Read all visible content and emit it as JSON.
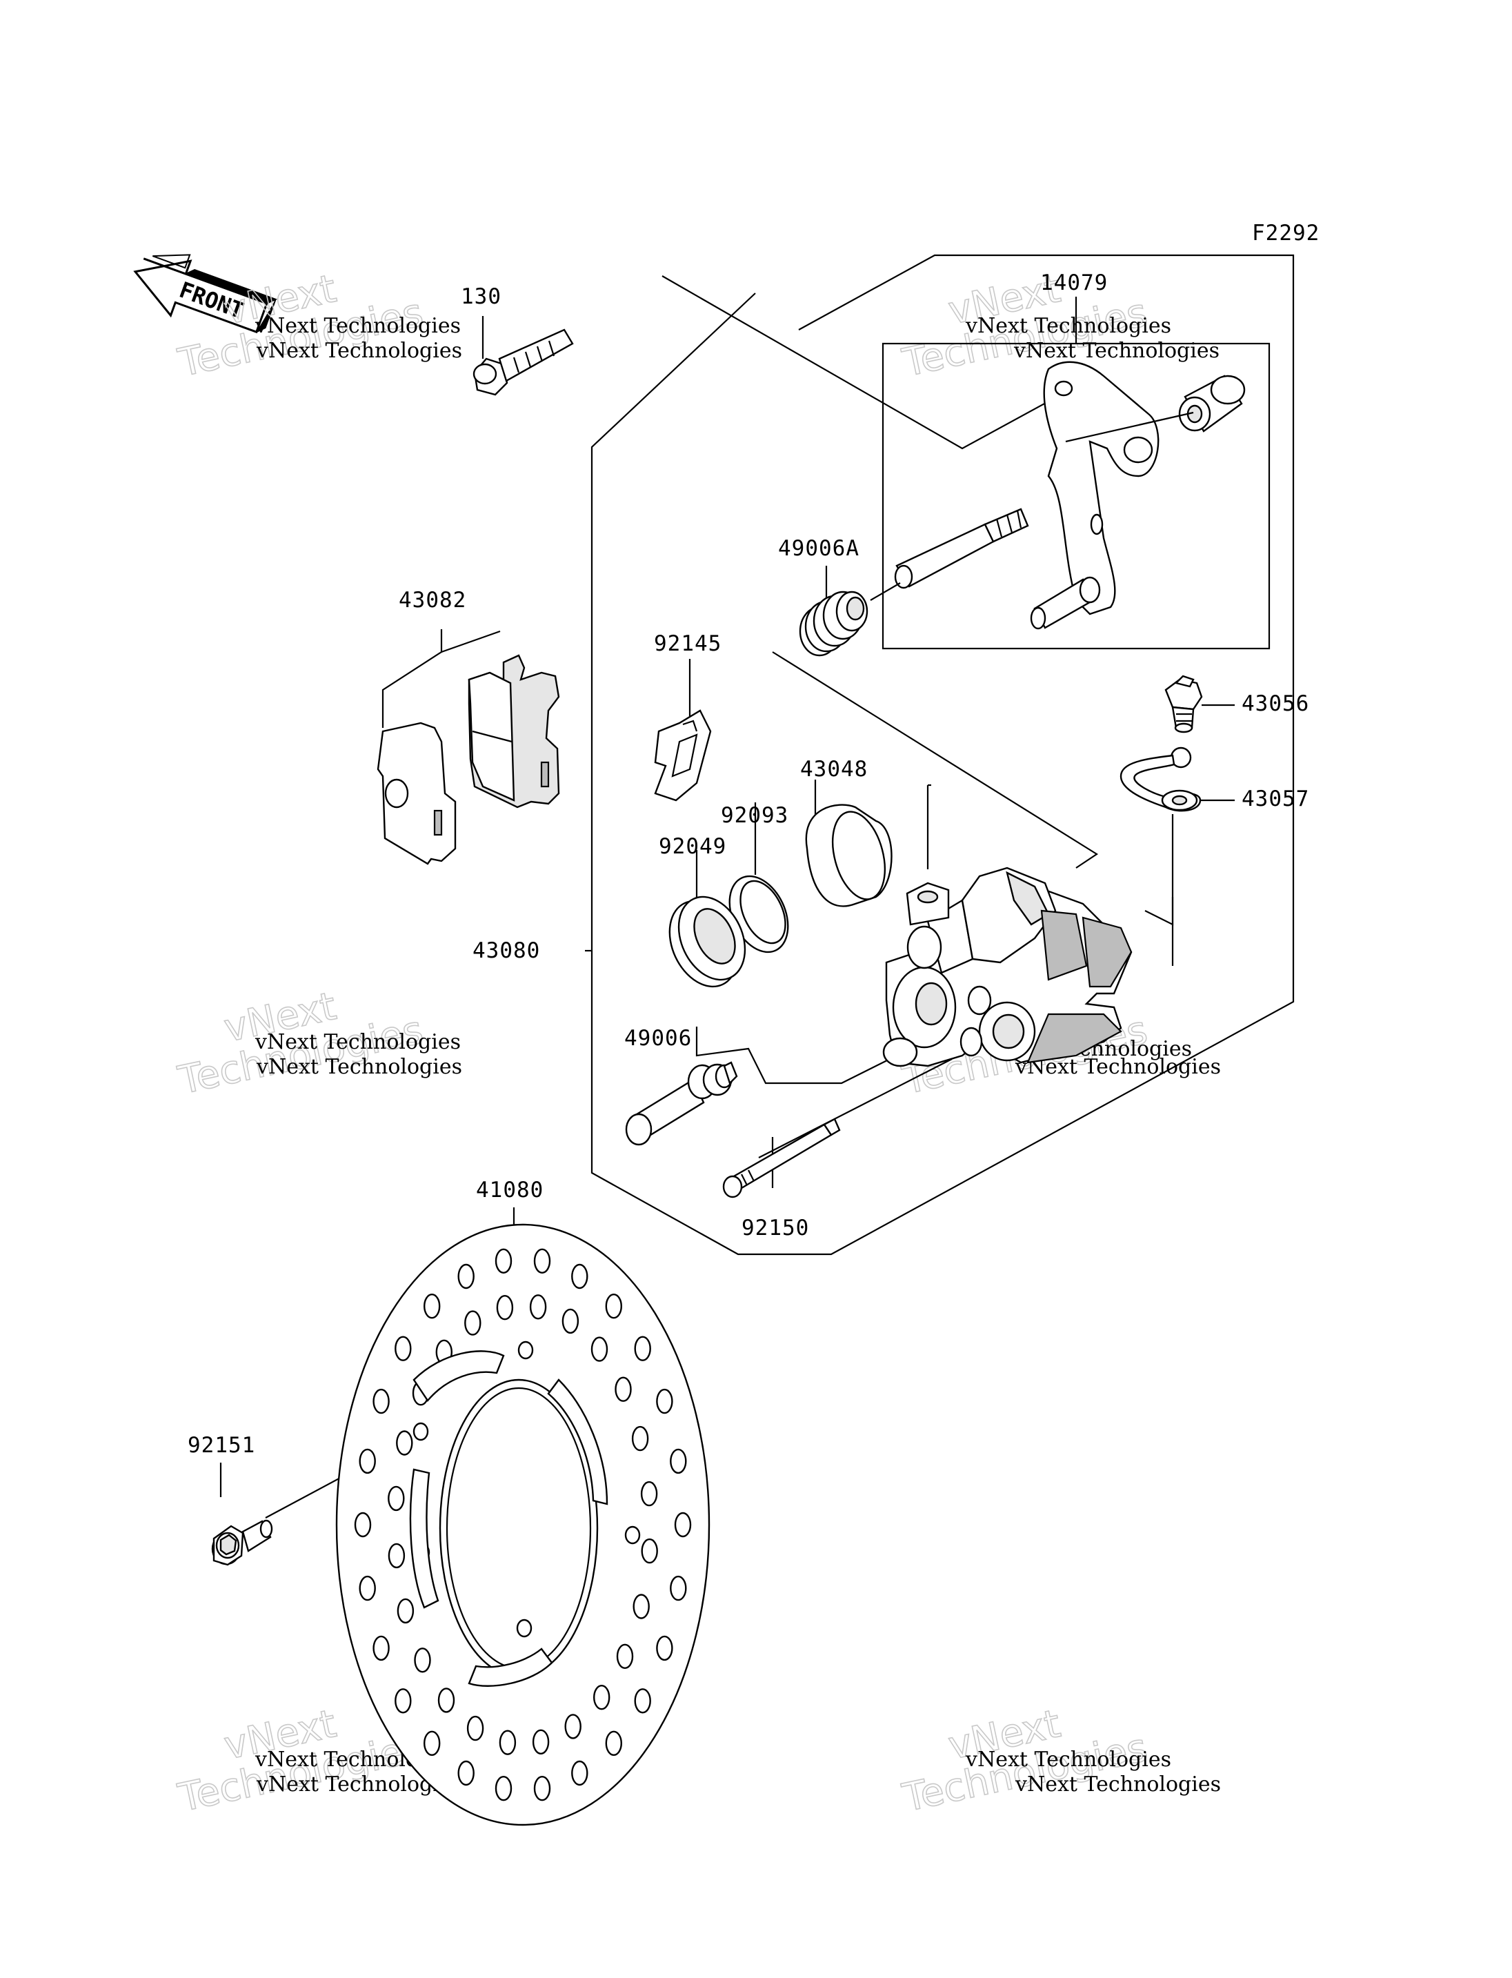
{
  "figure_code": "F2292",
  "direction_marker": "FRONT",
  "watermark": {
    "line1": "vNext Technologies",
    "line2a": "vNext",
    "line2b": "Technologies"
  },
  "parts": {
    "p130": "130",
    "p14079": "14079",
    "p49006A": "49006A",
    "p43082": "43082",
    "p92145": "92145",
    "p43056": "43056",
    "p43048": "43048",
    "p92093": "92093",
    "p43057": "43057",
    "p92049": "92049",
    "p43080": "43080",
    "p49006": "49006",
    "p92150": "92150",
    "p41080": "41080",
    "p92151": "92151"
  }
}
